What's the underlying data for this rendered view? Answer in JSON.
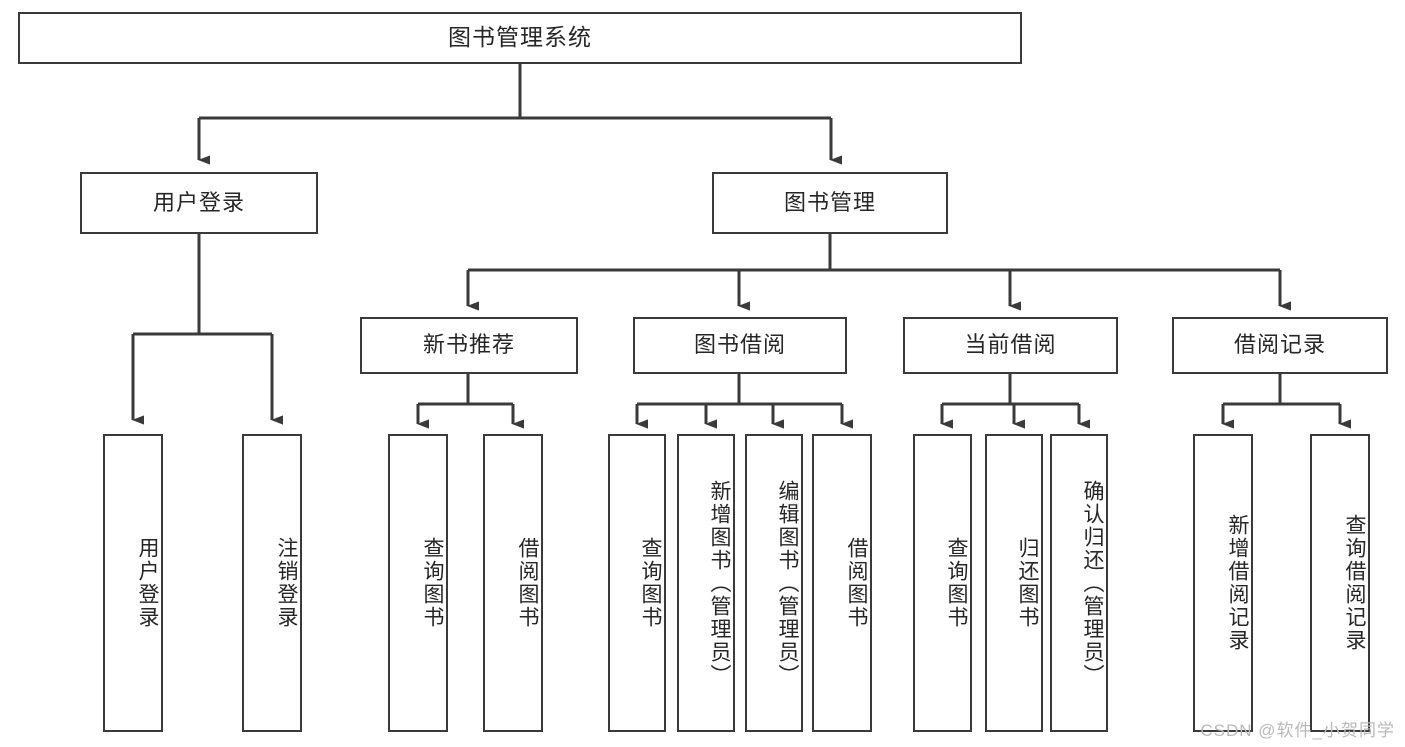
{
  "diagram": {
    "title": "图书管理系统",
    "type": "tree",
    "watermark": "CSDN @软件_小贺同学",
    "accent_color": "#3a3a3a",
    "text_color": "#262626",
    "background": "#ffffff"
  },
  "nodes": {
    "root": {
      "label": "图书管理系统",
      "level": 1
    },
    "level2": [
      {
        "id": "user-login",
        "label": "用户登录"
      },
      {
        "id": "book-manage",
        "label": "图书管理"
      }
    ],
    "level3": [
      {
        "id": "new-book-recommend",
        "label": "新书推荐"
      },
      {
        "id": "book-borrow",
        "label": "图书借阅"
      },
      {
        "id": "current-borrow",
        "label": "当前借阅"
      },
      {
        "id": "borrow-record",
        "label": "借阅记录"
      }
    ],
    "leaves": {
      "user_login": [
        {
          "id": "leaf-user-login",
          "label": "用户登录"
        },
        {
          "id": "leaf-logout-login",
          "label": "注销登录"
        }
      ],
      "new_book_recommend": [
        {
          "id": "leaf-query-book-1",
          "label": "查询图书"
        },
        {
          "id": "leaf-borrow-book-1",
          "label": "借阅图书"
        }
      ],
      "book_borrow": [
        {
          "id": "leaf-query-book-2",
          "label": "查询图书"
        },
        {
          "id": "leaf-add-book",
          "label": "新增图书（管理员）"
        },
        {
          "id": "leaf-edit-book",
          "label": "编辑图书（管理员）"
        },
        {
          "id": "leaf-borrow-book-2",
          "label": "借阅图书"
        }
      ],
      "current_borrow": [
        {
          "id": "leaf-query-book-3",
          "label": "查询图书"
        },
        {
          "id": "leaf-return-book",
          "label": "归还图书"
        },
        {
          "id": "leaf-confirm-return",
          "label": "确认归还（管理员）"
        }
      ],
      "borrow_record": [
        {
          "id": "leaf-add-record",
          "label": "新增借阅记录"
        },
        {
          "id": "leaf-query-record",
          "label": "查询借阅记录"
        }
      ]
    }
  }
}
